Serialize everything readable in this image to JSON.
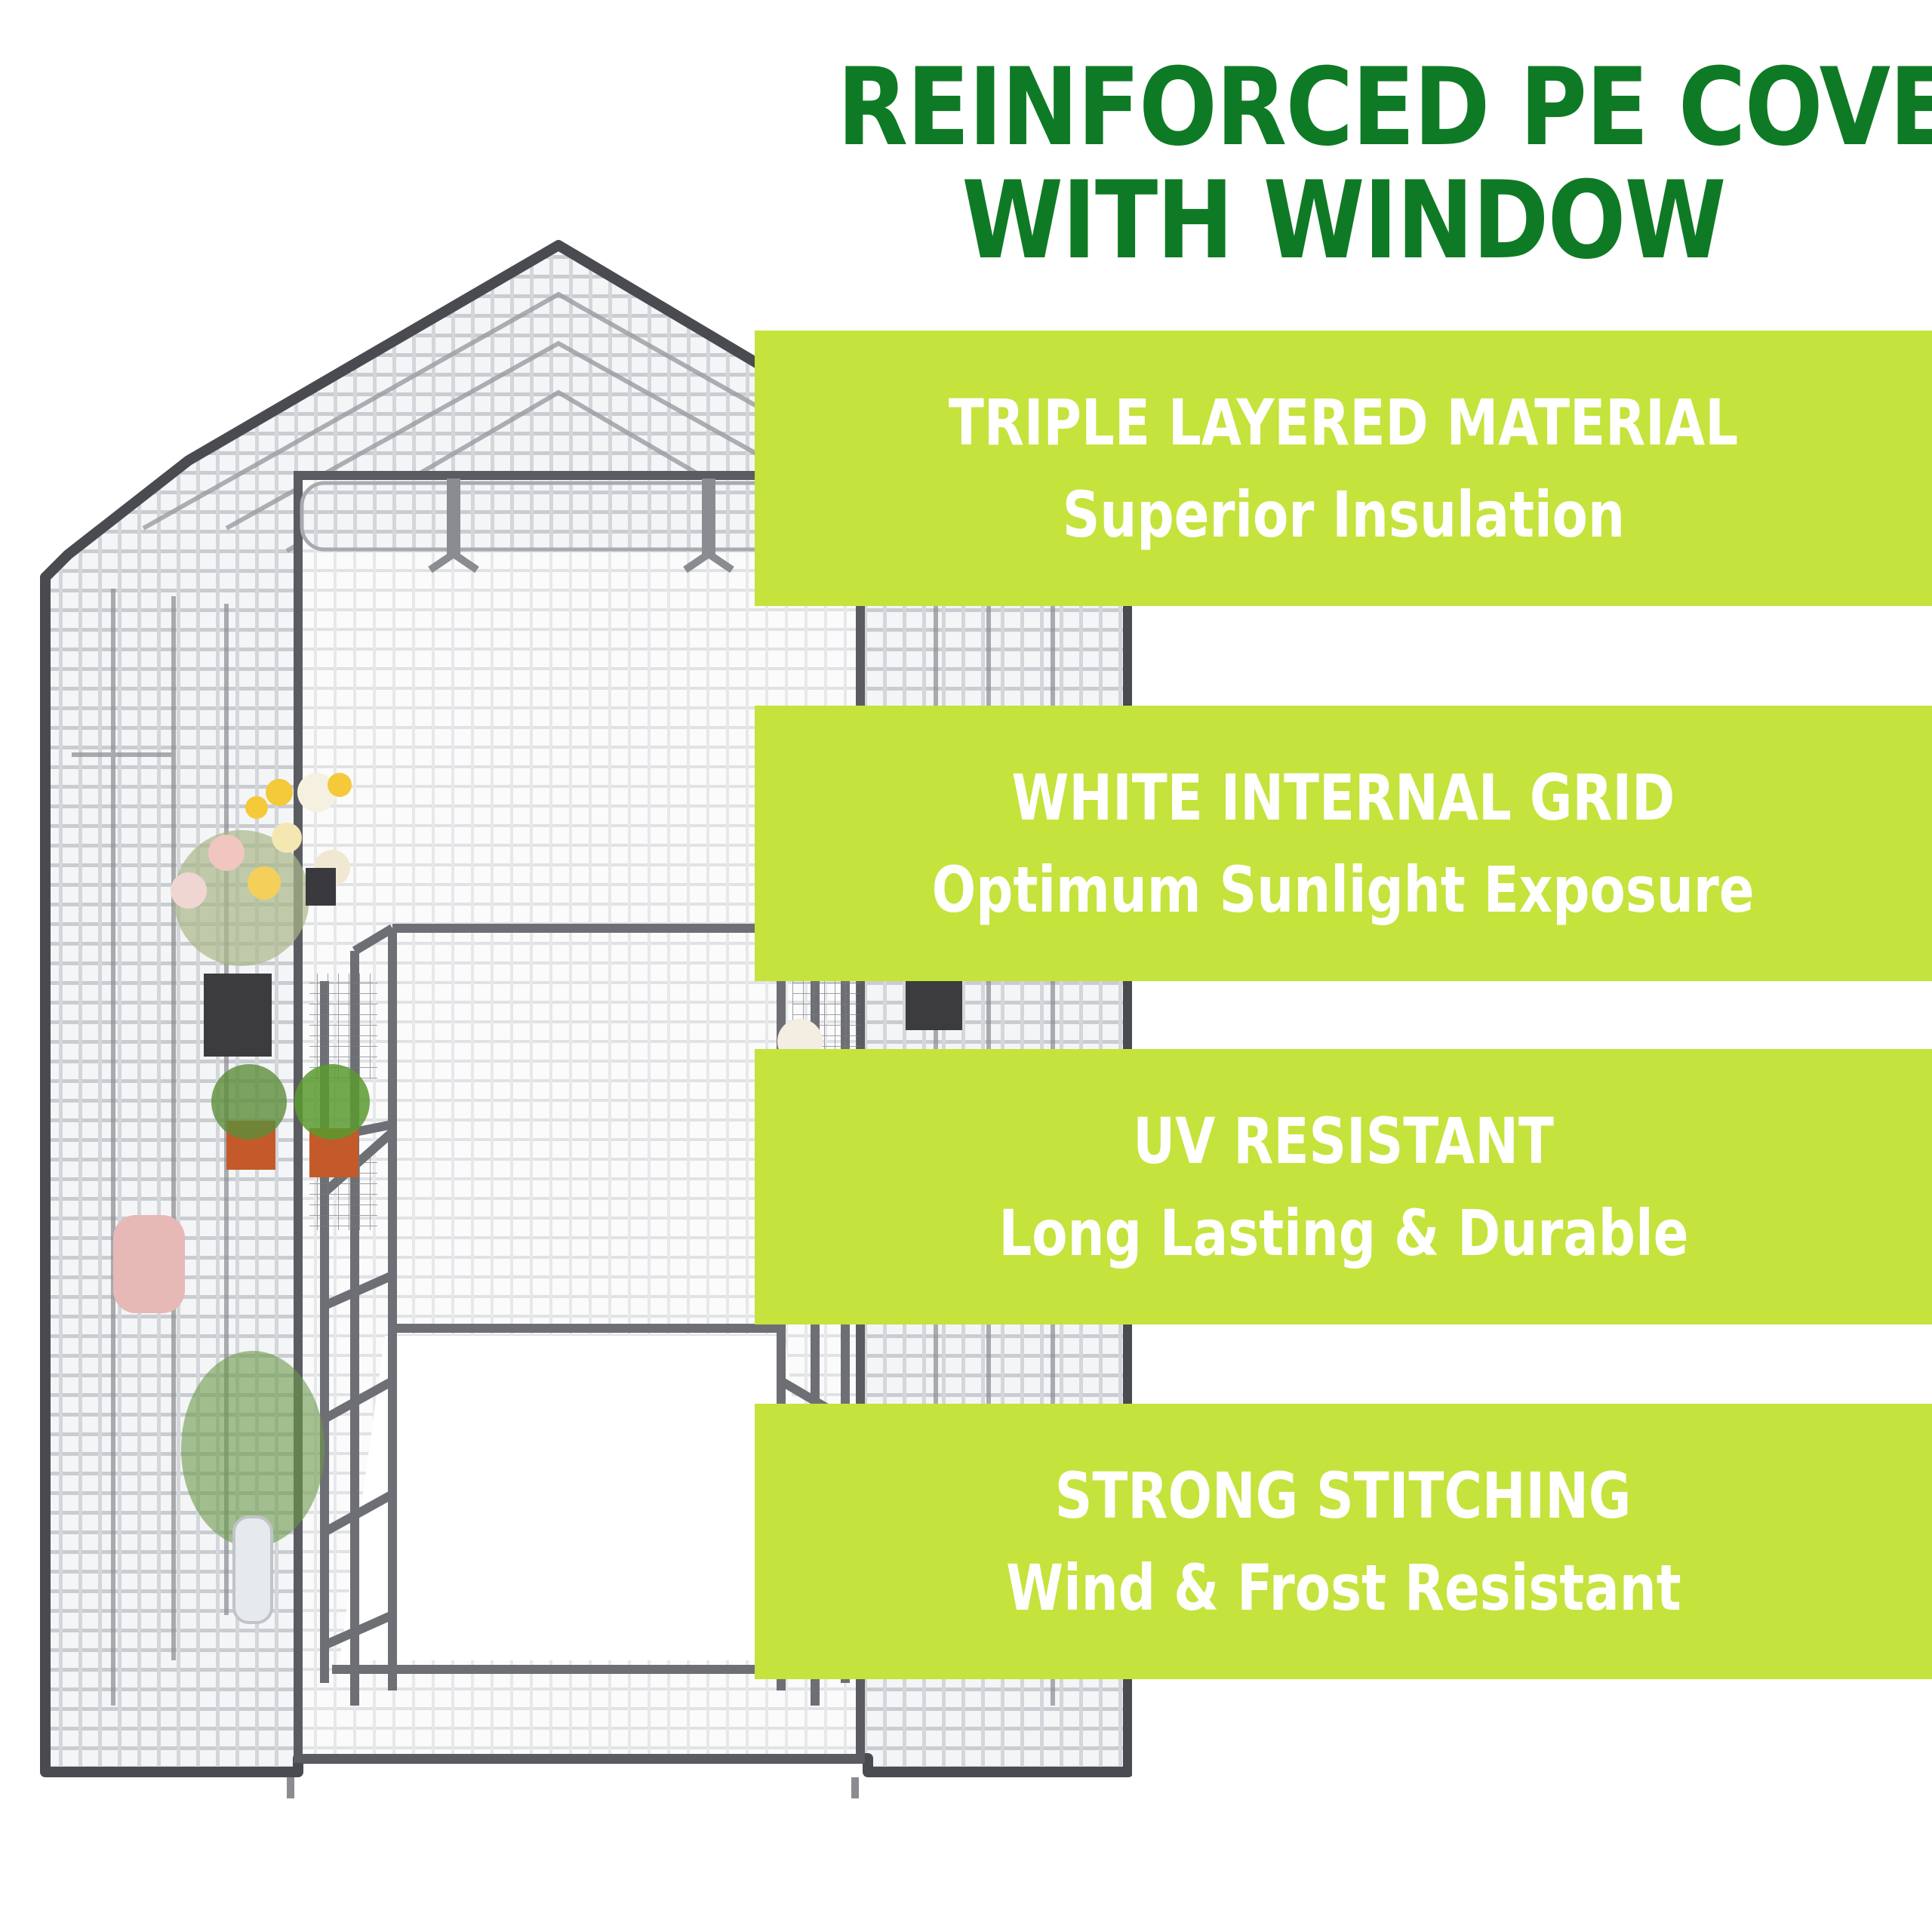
{
  "headline": {
    "line1": "REINFORCED PE COVER",
    "line2": "WITH WINDOW"
  },
  "features": [
    {
      "title": "TRIPLE LAYERED MATERIAL",
      "subtitle": "Superior Insulation"
    },
    {
      "title": "WHITE INTERNAL GRID",
      "subtitle": "Optimum Sunlight Exposure"
    },
    {
      "title": "UV RESISTANT",
      "subtitle": "Long Lasting & Durable"
    },
    {
      "title": "STRONG STITCHING",
      "subtitle": "Wind & Frost Resistant"
    }
  ],
  "colors": {
    "headline": "#0f7a25",
    "band": "#c4e33c",
    "band_text": "#ffffff",
    "frame": "#6e6f74",
    "edge": "#4a4b50"
  }
}
